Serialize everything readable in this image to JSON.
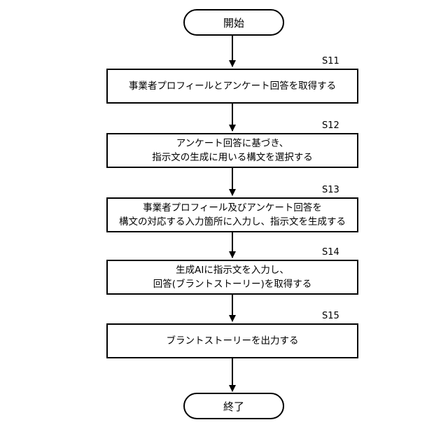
{
  "start": "開始",
  "end": "終了",
  "steps": [
    {
      "id": "S11",
      "lines": [
        "事業者プロフィールとアンケート回答を取得する"
      ]
    },
    {
      "id": "S12",
      "lines": [
        "アンケート回答に基づき、",
        "指示文の生成に用いる構文を選択する"
      ]
    },
    {
      "id": "S13",
      "lines": [
        "事業者プロフィール及びアンケート回答を",
        "構文の対応する入力箇所に入力し、指示文を生成する"
      ]
    },
    {
      "id": "S14",
      "lines": [
        "生成AIに指示文を入力し、",
        "回答(ブラントストーリー)を取得する"
      ]
    },
    {
      "id": "S15",
      "lines": [
        "ブラントストーリーを出力する"
      ]
    }
  ]
}
